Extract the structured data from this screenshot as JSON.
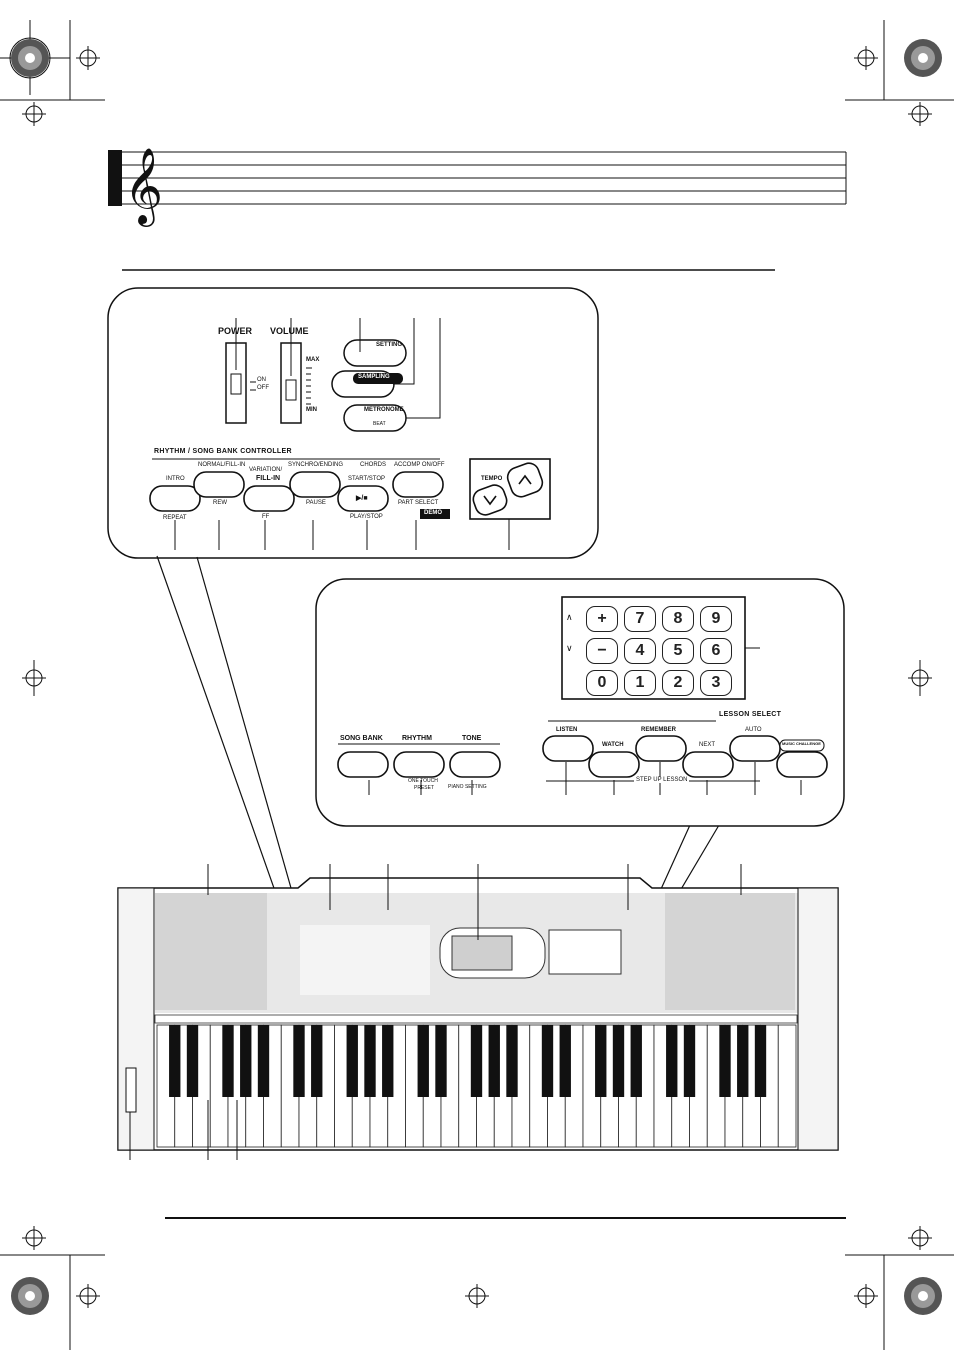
{
  "top_panel": {
    "power_label": "POWER",
    "volume_label": "VOLUME",
    "on_label": "ON",
    "off_label": "OFF",
    "max_label": "MAX",
    "min_label": "MIN",
    "setting_label": "SETTING",
    "sampling_label": "SAMPLING",
    "metronome_label": "METRONOME",
    "beat_label": "BEAT",
    "controller_title": "RHYTHM / SONG BANK CONTROLLER",
    "intro_label": "INTRO",
    "repeat_label": "REPEAT",
    "normal_fill_label": "NORMAL/FILL-IN",
    "rew_label": "REW",
    "variation_label": "VARIATION/",
    "fill_in_label": "FILL-IN",
    "ff_label": "FF",
    "synchro_label": "SYNCHRO/ENDING",
    "pause_label": "PAUSE",
    "start_stop_label": "START/STOP",
    "play_stop_symbol": "▶/■",
    "play_stop_label": "PLAY/STOP",
    "chords_label": "CHORDS",
    "accomp_label": "ACCOMP ON/OFF",
    "part_select_label": "PART SELECT",
    "demo_label": "DEMO",
    "tempo_label": "TEMPO"
  },
  "middle_panel": {
    "keypad": [
      "+",
      "7",
      "8",
      "9",
      "−",
      "4",
      "5",
      "6",
      "0",
      "1",
      "2",
      "3"
    ],
    "up_mark": "∧",
    "down_mark": "∨",
    "song_bank_label": "SONG BANK",
    "rhythm_label": "RHYTHM",
    "tone_label": "TONE",
    "one_touch_label": "ONE TOUCH",
    "preset_label": "PRESET",
    "piano_setting_label": "PIANO SETTING",
    "lesson_select_title": "LESSON SELECT",
    "listen_label": "LISTEN",
    "watch_label": "WATCH",
    "remember_label": "REMEMBER",
    "next_label": "NEXT",
    "auto_label": "AUTO",
    "music_challenge_label": "MUSIC CHALLENGE",
    "step_up_label": "STEP UP LESSON"
  },
  "colors": {
    "line": "#111111",
    "panel_gray": "#d9d9d9",
    "label_fill": "#111111"
  }
}
